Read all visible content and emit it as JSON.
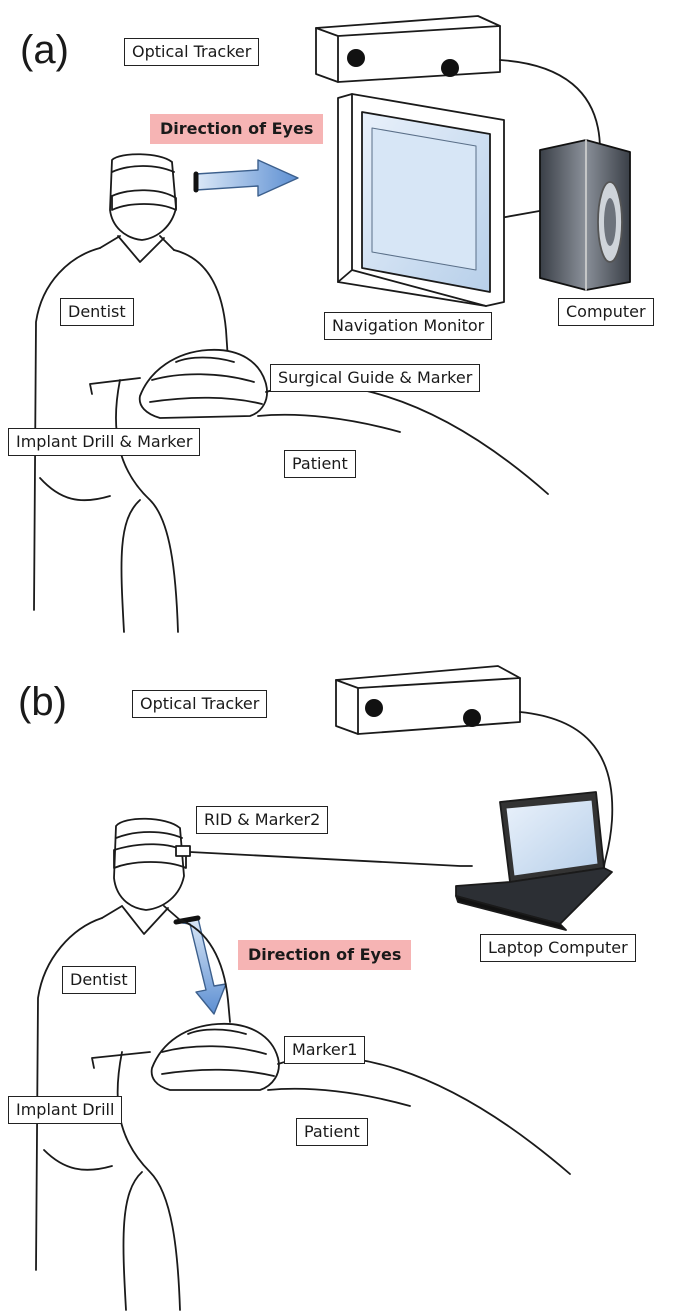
{
  "panel_a": {
    "letter": "(a)",
    "labels": {
      "optical_tracker": "Optical Tracker",
      "direction_of_eyes": "Direction of Eyes",
      "dentist": "Dentist",
      "navigation_monitor": "Navigation Monitor",
      "computer": "Computer",
      "surgical_guide_marker": "Surgical Guide & Marker",
      "implant_drill_marker": "Implant Drill & Marker",
      "patient": "Patient"
    }
  },
  "panel_b": {
    "letter": "(b)",
    "labels": {
      "optical_tracker": "Optical Tracker",
      "rid_marker2": "RID & Marker2",
      "laptop_computer": "Laptop Computer",
      "direction_of_eyes": "Direction of Eyes",
      "dentist": "Dentist",
      "marker1": "Marker1",
      "implant_drill": "Implant Drill",
      "patient": "Patient"
    }
  },
  "colors": {
    "label_highlight": "#f6b4b4",
    "arrow_blue": "#6f9fd8",
    "screen_blue": "#c9ddf2",
    "line": "#1a1a1a"
  }
}
